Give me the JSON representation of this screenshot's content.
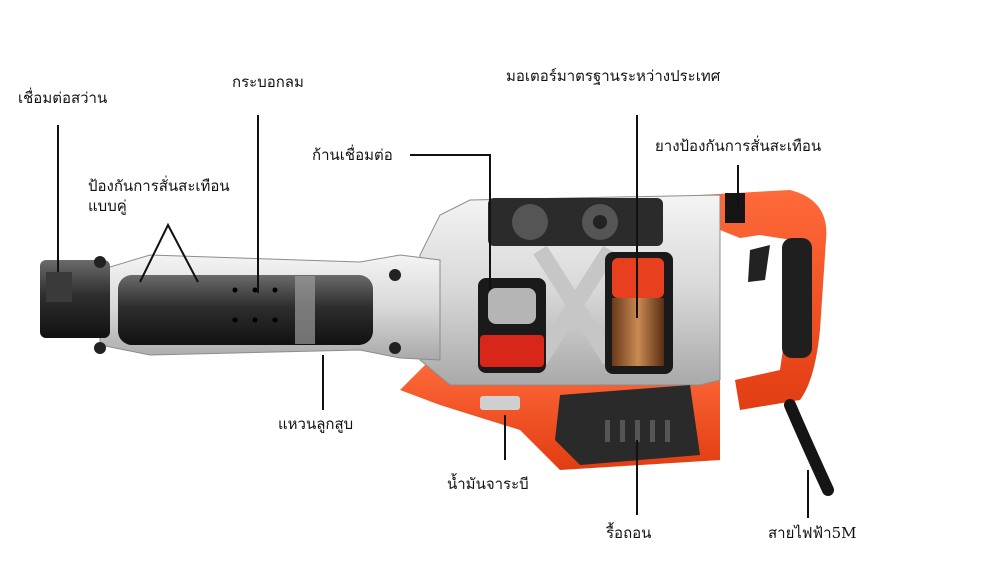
{
  "diagram": {
    "labels": {
      "chuck": "เชื่อมต่อสว่าน",
      "cylinder": "กระบอกลม",
      "motor": "มอเตอร์มาตรฐานระหว่างประเทศ",
      "connecting_rod": "ก้านเชื่อมต่อ",
      "anti_vibration_rubber": "ยางป้องกันการสั่นสะเทือน",
      "double_damping_line1": "ป้องกันการสั่นสะเทือน",
      "double_damping_line2": "แบบคู่",
      "piston_ring": "แหวนลูกสูบ",
      "grease": "น้ำมันจาระบี",
      "handle": "รื้อถอน",
      "power_cord": "สายไฟฟ้า5M"
    }
  }
}
